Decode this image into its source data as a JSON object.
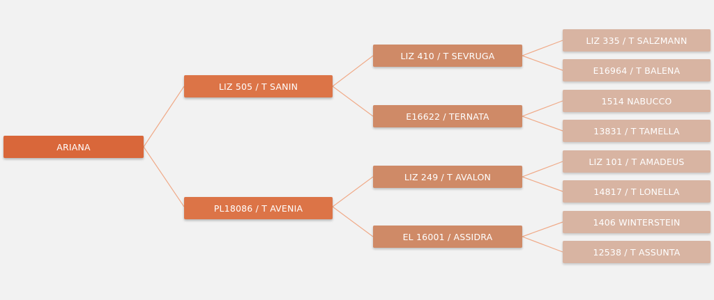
{
  "colors": {
    "background": "#f2f2f2",
    "connector": "#f0aa88",
    "level0": "#d9673a",
    "level1": "#dc7447",
    "level2": "#cf8a67",
    "level3": "#d8b4a2"
  },
  "pedigree": {
    "root": "ARIANA",
    "sire": "LIZ 505 / T SANIN",
    "dam": "PL18086 / T AVENIA",
    "sire_sire": "LIZ 410 / T SEVRUGA",
    "sire_dam": "E16622 / TERNATA",
    "dam_sire": "LIZ 249 / T AVALON",
    "dam_dam": "EL 16001 / ASSIDRA",
    "ggp": [
      "LIZ 335 / T SALZMANN",
      "E16964 / T BALENA",
      "1514 NABUCCO",
      "13831 / T TAMELLA",
      "LIZ 101 / T AMADEUS",
      "14817 / T LONELLA",
      "1406 WINTERSTEIN",
      "12538 / T ASSUNTA"
    ]
  }
}
